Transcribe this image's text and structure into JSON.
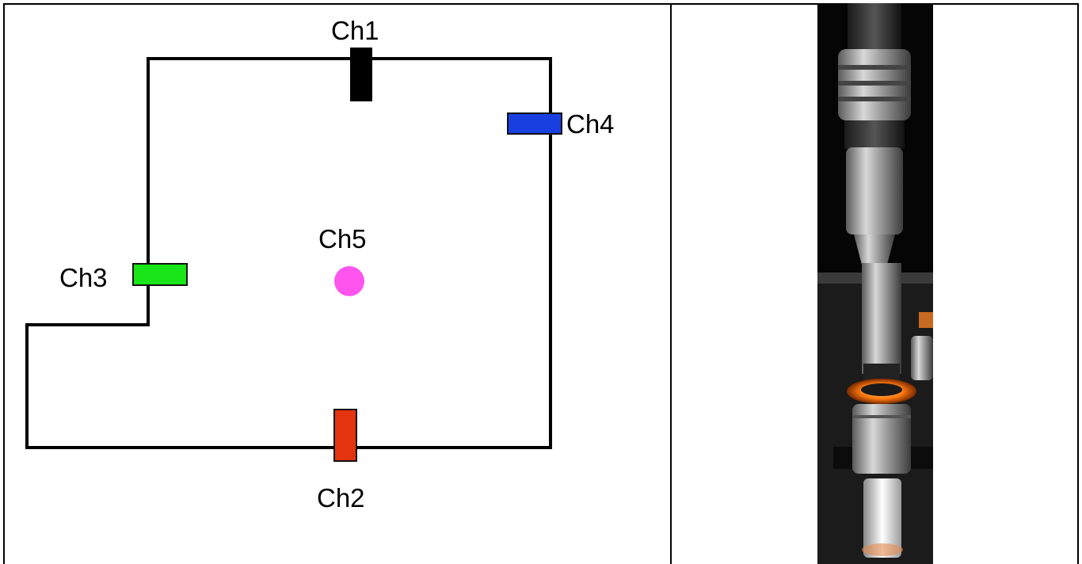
{
  "diagram": {
    "channels": [
      {
        "id": "ch1",
        "label": "Ch1",
        "color": "#000000",
        "shape": "vertical-bar"
      },
      {
        "id": "ch2",
        "label": "Ch2",
        "color": "#e3340f",
        "shape": "vertical-bar"
      },
      {
        "id": "ch3",
        "label": "Ch3",
        "color": "#19e619",
        "shape": "horizontal-bar"
      },
      {
        "id": "ch4",
        "label": "Ch4",
        "color": "#1a3fe0",
        "shape": "horizontal-bar"
      },
      {
        "id": "ch5",
        "label": "Ch5",
        "color": "#ff55ee",
        "shape": "dot"
      }
    ]
  },
  "photo": {
    "subject": "probe-photo"
  }
}
